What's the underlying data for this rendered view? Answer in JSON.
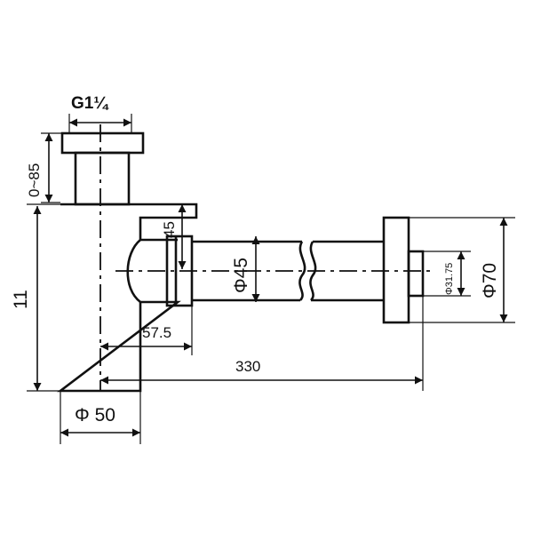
{
  "labels": {
    "thread": "G1¼",
    "height_adjust": "0~85",
    "body_height": "11",
    "outlet_drop": "45",
    "pipe_diameter": "Φ45",
    "offset": "57.5",
    "length": "330",
    "body_diameter": "Φ 50",
    "inner_diameter": "Φ31.75",
    "flange_diameter": "Φ70"
  }
}
